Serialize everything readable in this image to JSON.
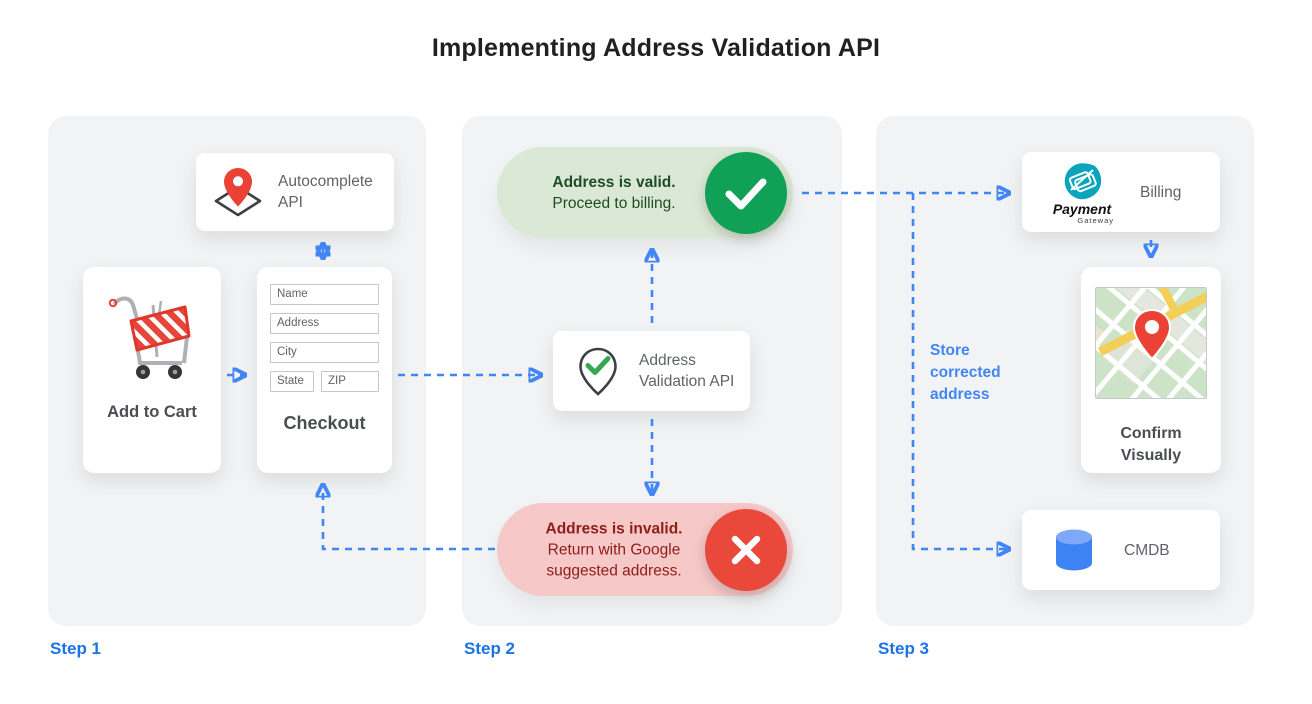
{
  "title": "Implementing Address Validation API",
  "colors": {
    "arrow_blue": "#4285F4",
    "step_label_blue": "#1A73E8",
    "panel_gray": "#F1F3F4",
    "valid_pill_bg": "#DCE8D6",
    "valid_circle_green": "#10A056",
    "valid_text_green": "#1D4E23",
    "invalid_pill_bg": "#F6C8C8",
    "invalid_circle_red": "#E9483B",
    "invalid_text_red": "#8F1D18",
    "pin_red": "#EA4335",
    "check_green": "#34A853",
    "payment_teal": "#0AA4BC",
    "cmdb_blue": "#3E83F4"
  },
  "step1": {
    "label": "Step 1",
    "autocomplete_card": {
      "label": "Autocomplete API"
    },
    "add_to_cart_card": {
      "label": "Add to Cart"
    },
    "checkout_card": {
      "label": "Checkout",
      "fields": [
        "Name",
        "Address",
        "City",
        "State",
        "ZIP"
      ]
    }
  },
  "step2": {
    "label": "Step 2",
    "valid_pill": {
      "title": "Address is valid.",
      "subtitle": "Proceed to billing."
    },
    "validation_card": {
      "label": "Address Validation API"
    },
    "invalid_pill": {
      "title": "Address is invalid.",
      "subtitle": "Return with Google suggested address."
    }
  },
  "step3": {
    "label": "Step 3",
    "billing_card": {
      "label": "Billing",
      "logo_title": "Payment",
      "logo_subtitle": "Gateway"
    },
    "confirm_card": {
      "label": "Confirm Visually"
    },
    "cmdb_card": {
      "label": "CMDB"
    },
    "store_note": "Store corrected address"
  }
}
